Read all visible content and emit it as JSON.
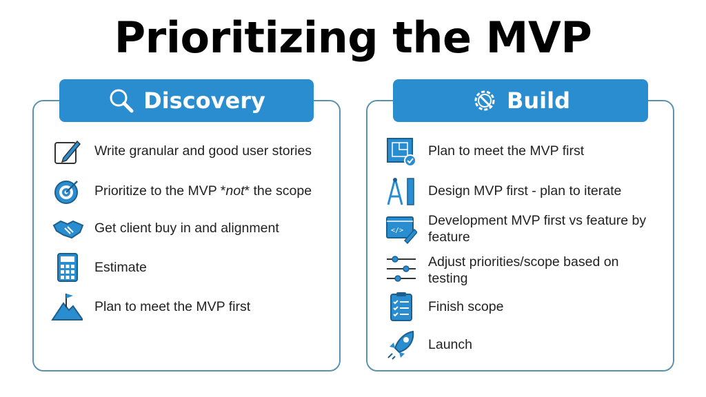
{
  "title": "Prioritizing the MVP",
  "discovery": {
    "heading": "Discovery",
    "items": [
      {
        "icon": "pencil-square-icon",
        "text": "Write granular and good user stories"
      },
      {
        "icon": "target-icon",
        "prefix": "Prioritize to the MVP *",
        "emphasis": "not",
        "suffix": "* the scope"
      },
      {
        "icon": "handshake-icon",
        "text": "Get client buy in and alignment"
      },
      {
        "icon": "calculator-icon",
        "text": "Estimate"
      },
      {
        "icon": "mountain-flag-icon",
        "text": "Plan to meet the MVP first"
      }
    ]
  },
  "build": {
    "heading": "Build",
    "items": [
      {
        "icon": "blueprint-icon",
        "text": "Plan to meet the MVP first"
      },
      {
        "icon": "compass-ruler-icon",
        "text": "Design MVP first - plan to iterate"
      },
      {
        "icon": "code-window-icon",
        "text": "Development MVP first vs feature by feature"
      },
      {
        "icon": "sliders-icon",
        "text": "Adjust priorities/scope based on testing"
      },
      {
        "icon": "clipboard-checklist-icon",
        "text": "Finish scope"
      },
      {
        "icon": "rocket-icon",
        "text": "Launch"
      }
    ]
  },
  "colors": {
    "accent": "#2a8dcf",
    "border": "#5b93ad"
  }
}
